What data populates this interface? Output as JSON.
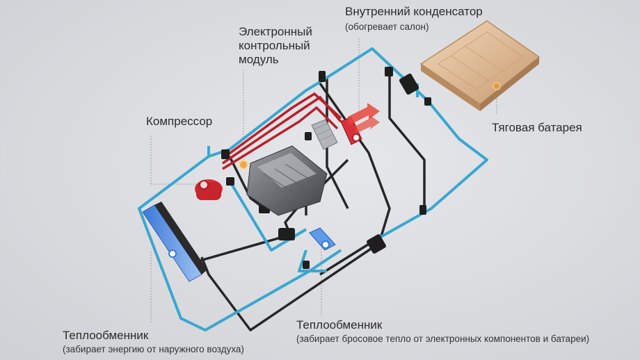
{
  "labels": {
    "condenser": {
      "title": "Внутренний конденсатор",
      "subtitle": "(обогревает салон)"
    },
    "ecm": {
      "title": "Электронный\nконтрольный\nмодуль"
    },
    "compressor": {
      "title": "Компрессор"
    },
    "battery": {
      "title": "Тяговая батарея"
    },
    "hx_outside": {
      "title": "Теплообменник",
      "subtitle": "(забирает энергию от наружного воздуха)"
    },
    "hx_waste": {
      "title": "Теплообменник",
      "subtitle": "(забирает бросовое тепло от электронных компонентов и батареи)"
    }
  },
  "colors": {
    "cold_line": "#3aa7cf",
    "hot_line": "#b8202a",
    "return_line": "#2a2a2a",
    "hot_arrow": "#e8473c",
    "battery_body": "#d9b48e",
    "background": "#dcdde1"
  }
}
